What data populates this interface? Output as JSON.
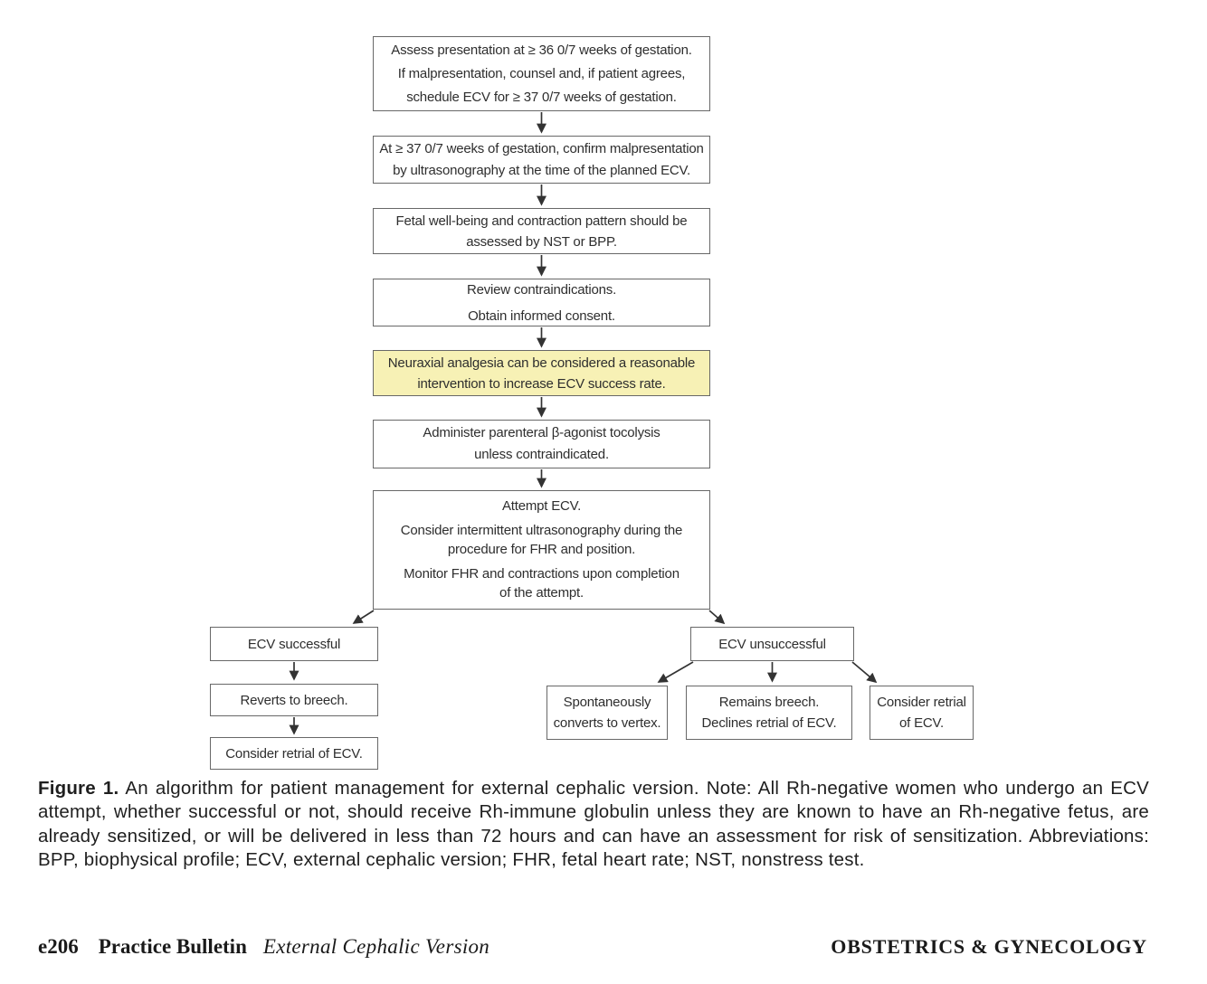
{
  "figure": {
    "caption_label": "Figure 1.",
    "caption_text": "An algorithm for patient management for external cephalic version. Note: All Rh-negative women who undergo an ECV attempt, whether successful or not, should receive Rh-immune globulin unless they are known to have an Rh-negative fetus, are already sensitized, or will be delivered in less than 72 hours and can have an assessment for risk of sensitization. Abbreviations: BPP, biophysical profile; ECV, external cephalic version; FHR, fetal heart rate; NST, nonstress test."
  },
  "flowchart": {
    "boxes": [
      {
        "id": "assess-presentation",
        "text": "Assess presentation at ≥ 36 0/7 weeks of gestation.\nIf malpresentation, counsel and, if patient agrees,\nschedule ECV for ≥ 37 0/7 weeks of gestation."
      },
      {
        "id": "confirm-malpresentation",
        "text": "At ≥ 37 0/7 weeks of gestation, confirm malpresentation\nby ultrasonography at the time of the planned ECV."
      },
      {
        "id": "fetal-well-being",
        "text": "Fetal well-being and contraction pattern should be\nassessed by NST or BPP."
      },
      {
        "id": "review-contraindications",
        "text": "Review contraindications.\nObtain informed consent."
      },
      {
        "id": "neuraxial-analgesia",
        "text": "Neuraxial analgesia can be considered a reasonable\nintervention to increase ECV success rate.",
        "highlighted": true,
        "highlight_color": "#f7f1b5"
      },
      {
        "id": "tocolysis",
        "text": "Administer parenteral β-agonist tocolysis\nunless contraindicated."
      },
      {
        "id": "attempt-ecv",
        "paragraphs": [
          "Attempt ECV.",
          "Consider intermittent ultrasonography during the\nprocedure for FHR and position.",
          "Monitor FHR and contractions upon completion\nof the attempt."
        ]
      },
      {
        "id": "ecv-successful",
        "text": "ECV successful"
      },
      {
        "id": "reverts-to-breech",
        "text": "Reverts to breech."
      },
      {
        "id": "consider-retrial-left",
        "text": "Consider retrial of ECV."
      },
      {
        "id": "ecv-unsuccessful",
        "text": "ECV unsuccessful"
      },
      {
        "id": "converts-to-vertex",
        "text": "Spontaneously\nconverts to vertex."
      },
      {
        "id": "remains-breech",
        "text": "Remains breech.\nDeclines retrial of ECV."
      },
      {
        "id": "consider-retrial-right",
        "text": "Consider retrial\nof ECV."
      }
    ],
    "colors": {
      "box_border": "#686868",
      "arrow": "#333333",
      "highlight": "#f7f1b5",
      "text": "#2e2e2e"
    }
  },
  "footer": {
    "page_number": "e206",
    "section": "Practice Bulletin",
    "article_title": "External Cephalic Version",
    "journal": "OBSTETRICS & GYNECOLOGY"
  }
}
